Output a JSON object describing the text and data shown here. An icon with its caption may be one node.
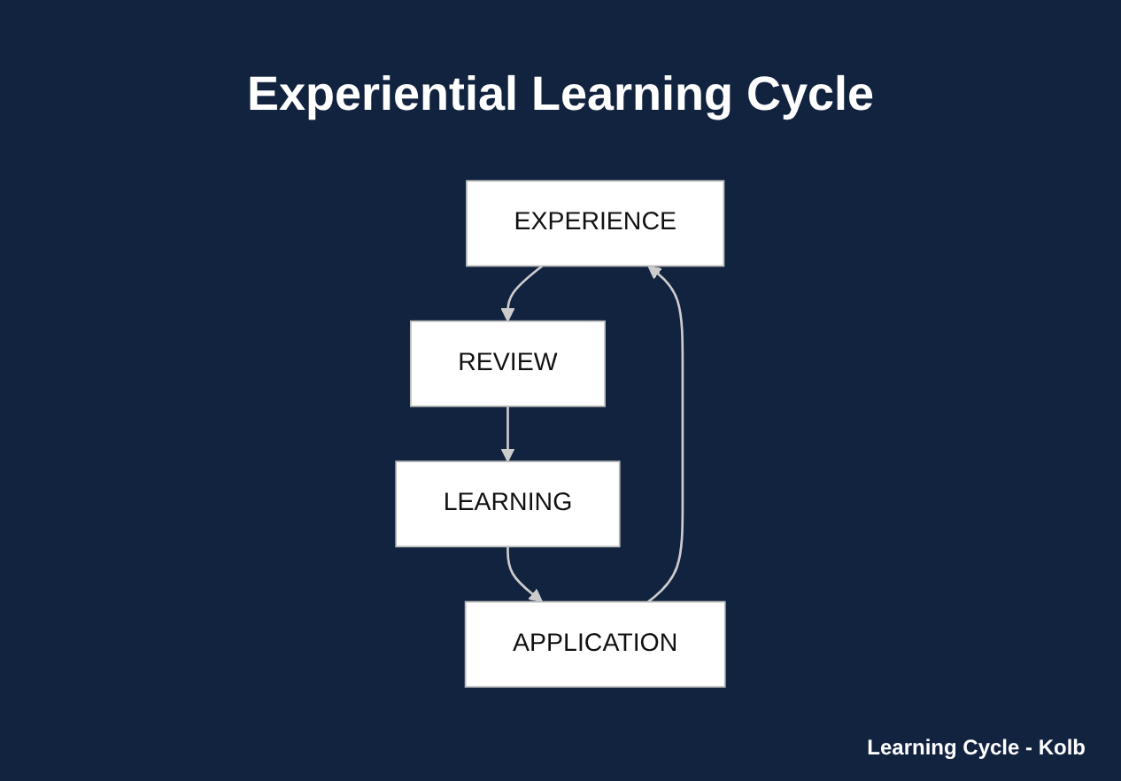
{
  "diagram": {
    "title": "Experiential Learning Cycle",
    "caption": "Learning Cycle - Kolb",
    "nodes": [
      {
        "text": [
          "EXPERIENCE"
        ]
      },
      {
        "text": [
          "REVIEW"
        ]
      },
      {
        "text": [
          "LEARNING"
        ]
      },
      {
        "text": [
          "APPLICATION"
        ]
      }
    ],
    "edges": [
      {
        "from": 0,
        "to": 1,
        "arrow": "to"
      },
      {
        "from": 1,
        "to": 2,
        "arrow": "to"
      },
      {
        "from": 2,
        "to": 3,
        "arrow": "to"
      },
      {
        "from": 3,
        "to": 0,
        "arrow": "to"
      }
    ]
  }
}
